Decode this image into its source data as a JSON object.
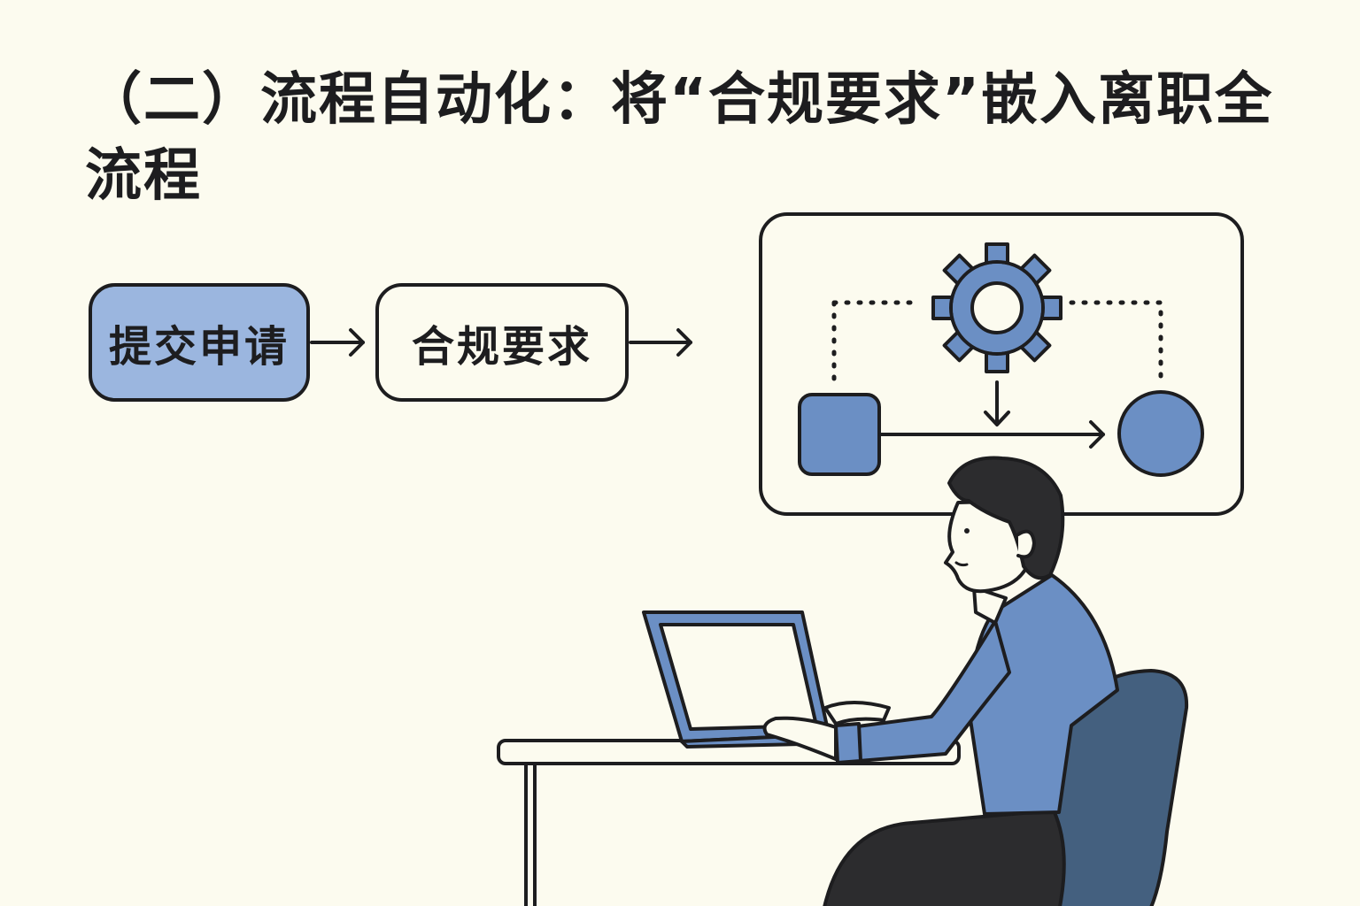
{
  "title": "（二）流程自动化：将“合规要求”嵌入离职全流程",
  "flow": {
    "steps": [
      {
        "label": "提交申请"
      },
      {
        "label": "合规要求"
      }
    ]
  },
  "colors": {
    "background": "#fcfbef",
    "ink": "#1d1d1f",
    "accent_light": "#9bb6df",
    "accent": "#6b8fc4",
    "accent_dark": "#44607f"
  },
  "icons": [
    "gear-icon",
    "square-node-icon",
    "circle-node-icon",
    "arrow-right-icon"
  ]
}
